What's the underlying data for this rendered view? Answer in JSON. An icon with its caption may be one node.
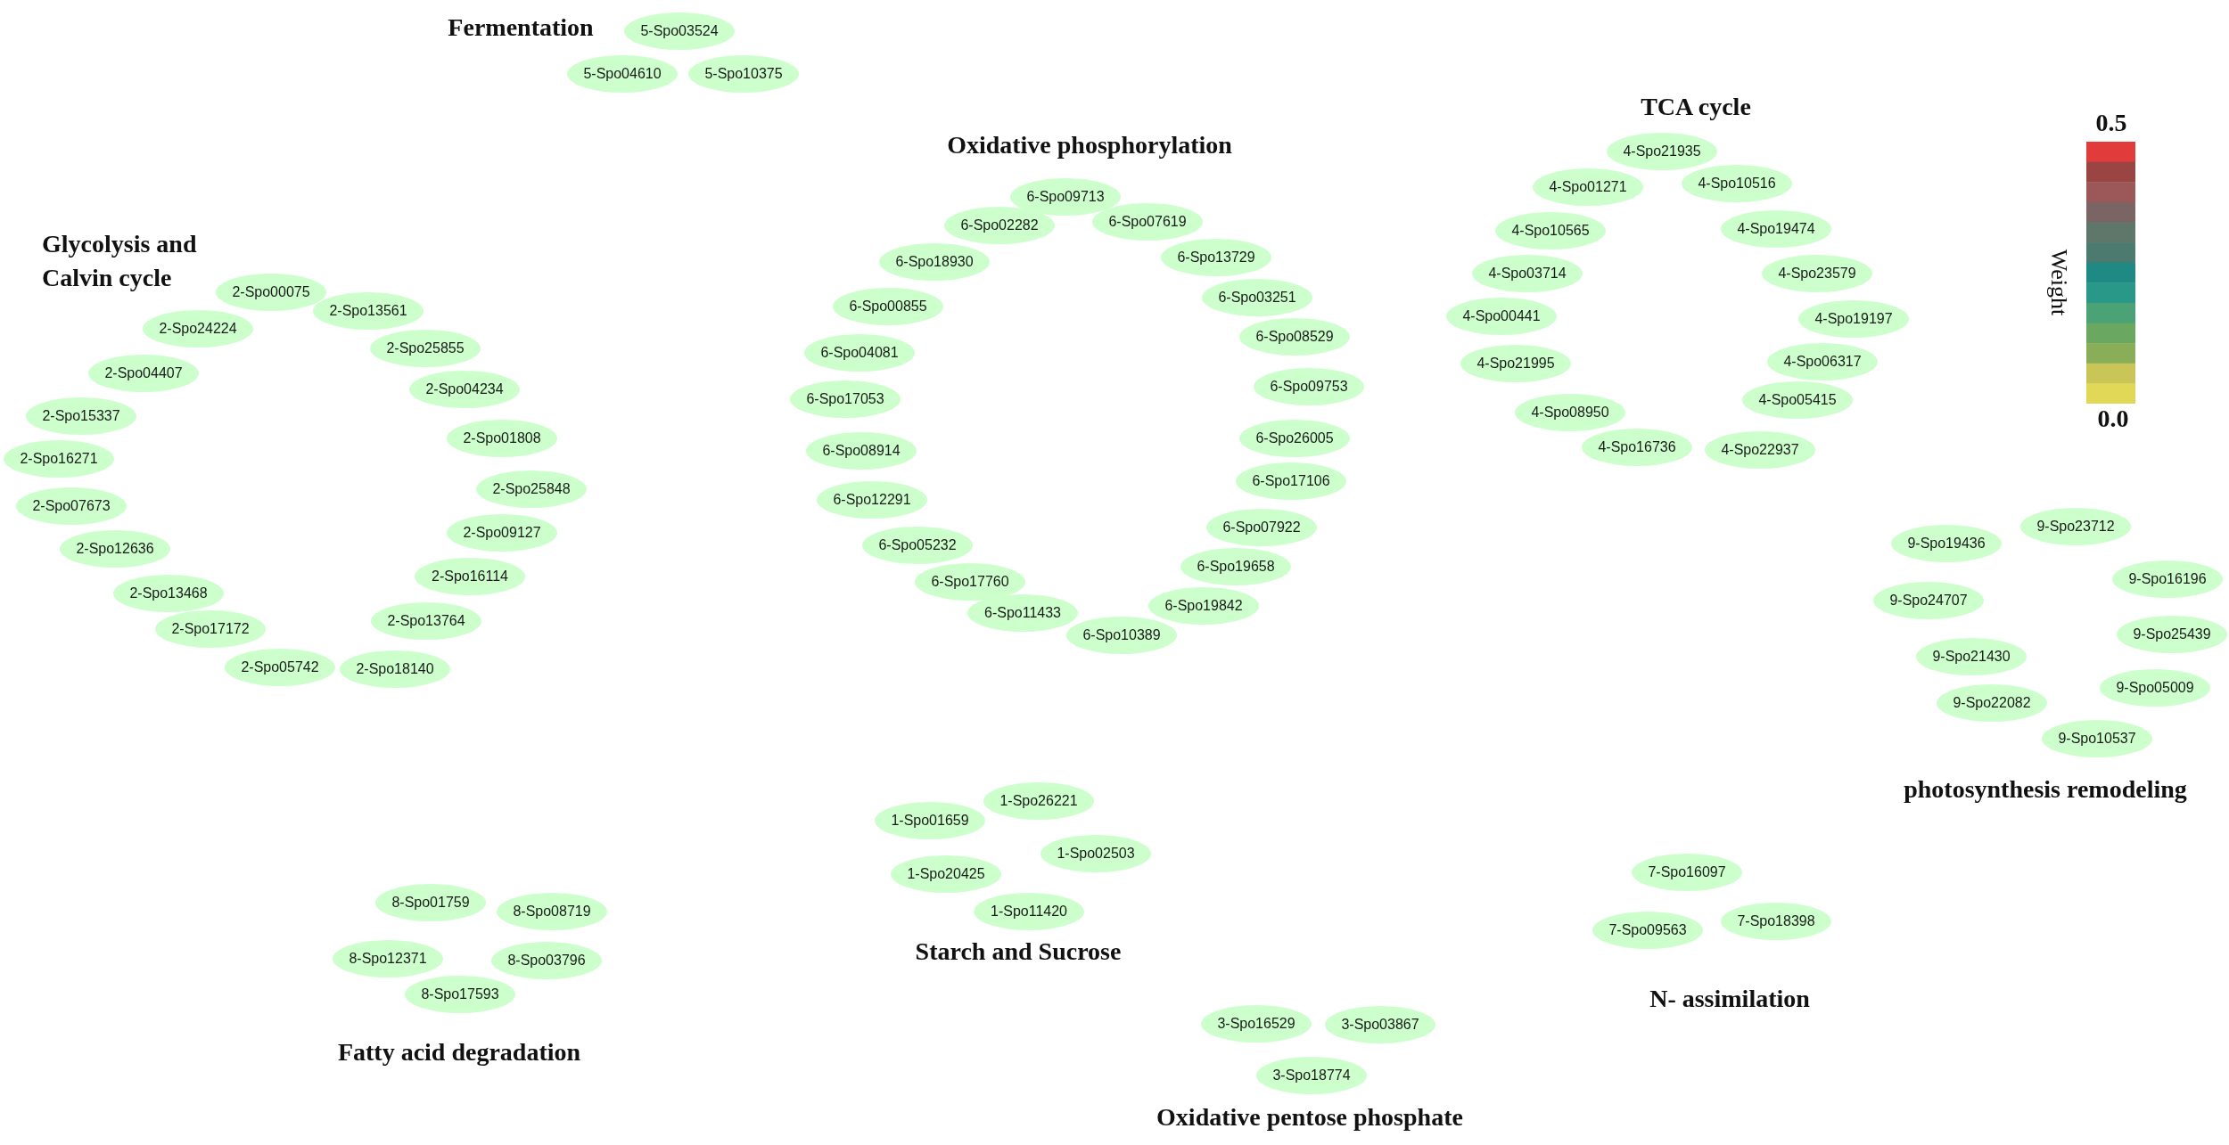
{
  "diagram": {
    "nodes": [
      {
        "text": [
          "5-Spo03524"
        ]
      },
      {
        "text": [
          "5-Spo04610"
        ]
      },
      {
        "text": [
          "5-Spo10375"
        ]
      },
      {
        "text": [
          "6-Spo09713"
        ]
      },
      {
        "text": [
          "6-Spo02282"
        ]
      },
      {
        "text": [
          "6-Spo07619"
        ]
      },
      {
        "text": [
          "6-Spo18930"
        ]
      },
      {
        "text": [
          "6-Spo13729"
        ]
      },
      {
        "text": [
          "6-Spo00855"
        ]
      },
      {
        "text": [
          "6-Spo03251"
        ]
      },
      {
        "text": [
          "6-Spo08529"
        ]
      },
      {
        "text": [
          "6-Spo04081"
        ]
      },
      {
        "text": [
          "6-Spo09753"
        ]
      },
      {
        "text": [
          "6-Spo17053"
        ]
      },
      {
        "text": [
          "6-Spo26005"
        ]
      },
      {
        "text": [
          "6-Spo08914"
        ]
      },
      {
        "text": [
          "6-Spo17106"
        ]
      },
      {
        "text": [
          "6-Spo12291"
        ]
      },
      {
        "text": [
          "6-Spo07922"
        ]
      },
      {
        "text": [
          "6-Spo05232"
        ]
      },
      {
        "text": [
          "6-Spo19658"
        ]
      },
      {
        "text": [
          "6-Spo17760"
        ]
      },
      {
        "text": [
          "6-Spo19842"
        ]
      },
      {
        "text": [
          "6-Spo11433"
        ]
      },
      {
        "text": [
          "6-Spo10389"
        ]
      },
      {
        "text": [
          "4-Spo21935"
        ]
      },
      {
        "text": [
          "4-Spo01271"
        ]
      },
      {
        "text": [
          "4-Spo10516"
        ]
      },
      {
        "text": [
          "4-Spo10565"
        ]
      },
      {
        "text": [
          "4-Spo19474"
        ]
      },
      {
        "text": [
          "4-Spo03714"
        ]
      },
      {
        "text": [
          "4-Spo23579"
        ]
      },
      {
        "text": [
          "4-Spo00441"
        ]
      },
      {
        "text": [
          "4-Spo19197"
        ]
      },
      {
        "text": [
          "4-Spo21995"
        ]
      },
      {
        "text": [
          "4-Spo06317"
        ]
      },
      {
        "text": [
          "4-Spo08950"
        ]
      },
      {
        "text": [
          "4-Spo05415"
        ]
      },
      {
        "text": [
          "4-Spo16736"
        ]
      },
      {
        "text": [
          "4-Spo22937"
        ]
      },
      {
        "text": [
          "2-Spo00075"
        ]
      },
      {
        "text": [
          "2-Spo13561"
        ]
      },
      {
        "text": [
          "2-Spo24224"
        ]
      },
      {
        "text": [
          "2-Spo25855"
        ]
      },
      {
        "text": [
          "2-Spo04407"
        ]
      },
      {
        "text": [
          "2-Spo04234"
        ]
      },
      {
        "text": [
          "2-Spo15337"
        ]
      },
      {
        "text": [
          "2-Spo01808"
        ]
      },
      {
        "text": [
          "2-Spo16271"
        ]
      },
      {
        "text": [
          "2-Spo25848"
        ]
      },
      {
        "text": [
          "2-Spo07673"
        ]
      },
      {
        "text": [
          "2-Spo09127"
        ]
      },
      {
        "text": [
          "2-Spo12636"
        ]
      },
      {
        "text": [
          "2-Spo16114"
        ]
      },
      {
        "text": [
          "2-Spo13468"
        ]
      },
      {
        "text": [
          "2-Spo13764"
        ]
      },
      {
        "text": [
          "2-Spo17172"
        ]
      },
      {
        "text": [
          "2-Spo05742"
        ]
      },
      {
        "text": [
          "2-Spo18140"
        ]
      },
      {
        "text": [
          "9-Spo19436"
        ]
      },
      {
        "text": [
          "9-Spo23712"
        ]
      },
      {
        "text": [
          "9-Spo16196"
        ]
      },
      {
        "text": [
          "9-Spo24707"
        ]
      },
      {
        "text": [
          "9-Spo25439"
        ]
      },
      {
        "text": [
          "9-Spo21430"
        ]
      },
      {
        "text": [
          "9-Spo05009"
        ]
      },
      {
        "text": [
          "9-Spo22082"
        ]
      },
      {
        "text": [
          "9-Spo10537"
        ]
      },
      {
        "text": [
          "1-Spo26221"
        ]
      },
      {
        "text": [
          "1-Spo01659"
        ]
      },
      {
        "text": [
          "1-Spo02503"
        ]
      },
      {
        "text": [
          "1-Spo20425"
        ]
      },
      {
        "text": [
          "1-Spo11420"
        ]
      },
      {
        "text": [
          "8-Spo01759"
        ]
      },
      {
        "text": [
          "8-Spo08719"
        ]
      },
      {
        "text": [
          "8-Spo12371"
        ]
      },
      {
        "text": [
          "8-Spo03796"
        ]
      },
      {
        "text": [
          "8-Spo17593"
        ]
      },
      {
        "text": [
          "7-Spo16097"
        ]
      },
      {
        "text": [
          "7-Spo18398"
        ]
      },
      {
        "text": [
          "7-Spo09563"
        ]
      },
      {
        "text": [
          "3-Spo16529"
        ]
      },
      {
        "text": [
          "3-Spo03867"
        ]
      },
      {
        "text": [
          "3-Spo18774"
        ]
      }
    ],
    "labels": [
      "Fermentation",
      "TCA cycle",
      "0.5",
      "Oxidative phosphorylation",
      "Glycolysis and Calvin cycle",
      "Weight",
      "0.0",
      "photosynthesis remodeling",
      "Starch and Sucrose",
      "N- assimilation",
      "Fatty acid degradation",
      "Oxidative pentose phosphate"
    ]
  }
}
